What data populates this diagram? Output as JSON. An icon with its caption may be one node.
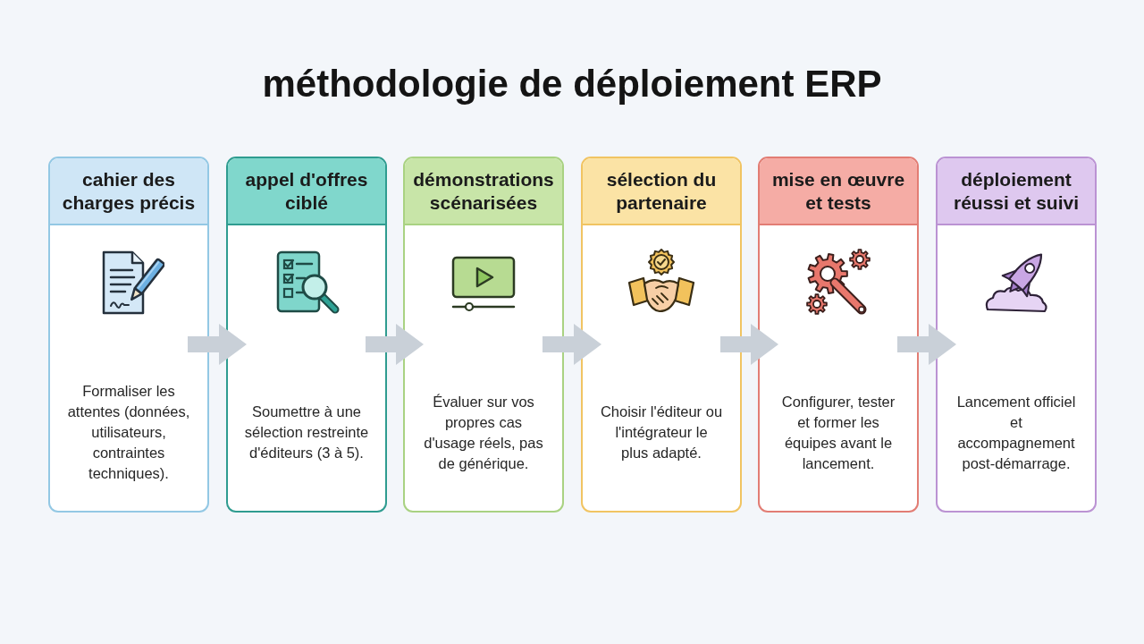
{
  "diagram": {
    "title": "méthodologie de déploiement ERP",
    "nodes": [
      {
        "text": [
          "cahier des charges précis",
          "Formaliser les attentes (données, utilisateurs, contraintes techniques)."
        ]
      },
      {
        "text": [
          "appel d'offres ciblé",
          "Soumettre à une sélection restreinte d'éditeurs (3 à 5)."
        ]
      },
      {
        "text": [
          "démonstrations scénarisées",
          "Évaluer sur vos propres cas d'usage réels, pas de générique."
        ]
      },
      {
        "text": [
          "sélection du partenaire",
          "Choisir l'éditeur ou l'intégrateur le plus adapté."
        ]
      },
      {
        "text": [
          "mise en œuvre et tests",
          "Configurer, tester et former les équipes avant le lancement."
        ]
      },
      {
        "text": [
          "déploiement réussi et suivi",
          "Lancement officiel et accompagnement post-démarrage."
        ]
      }
    ],
    "edges": [
      {
        "from": 0,
        "to": 1,
        "arrow": "to"
      },
      {
        "from": 1,
        "to": 2,
        "arrow": "to"
      },
      {
        "from": 2,
        "to": 3,
        "arrow": "to"
      },
      {
        "from": 3,
        "to": 4,
        "arrow": "to"
      },
      {
        "from": 4,
        "to": 5,
        "arrow": "to"
      }
    ]
  }
}
